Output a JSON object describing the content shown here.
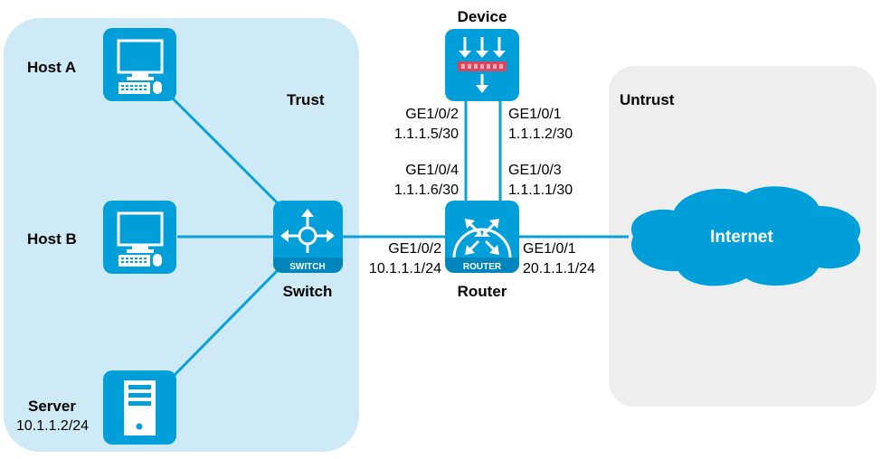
{
  "colors": {
    "trust_zone": "#cdeaf6",
    "untrust_zone": "#eeeeee",
    "device_blue": "#019fd9",
    "device_dark": "#0185bd",
    "link": "#0aa0d8",
    "firewall_red": "#d9475e"
  },
  "zones": {
    "trust": "Trust",
    "untrust": "Untrust"
  },
  "nodes": {
    "host_a": {
      "label": "Host A",
      "icon": "pc-icon"
    },
    "host_b": {
      "label": "Host B",
      "icon": "pc-icon"
    },
    "server": {
      "label": "Server",
      "ip": "10.1.1.2/24",
      "icon": "server-icon"
    },
    "switch": {
      "label": "Switch",
      "badge": "SWITCH",
      "icon": "switch-icon"
    },
    "router": {
      "label": "Router",
      "badge": "ROUTER",
      "icon": "router-icon"
    },
    "device": {
      "label": "Device",
      "icon": "firewall-icon"
    },
    "internet": {
      "label": "Internet",
      "icon": "cloud-icon"
    }
  },
  "interfaces": {
    "device_left": {
      "name": "GE1/0/2",
      "ip": "1.1.1.5/30"
    },
    "device_right": {
      "name": "GE1/0/1",
      "ip": "1.1.1.2/30"
    },
    "router_top_left": {
      "name": "GE1/0/4",
      "ip": "1.1.1.6/30"
    },
    "router_top_right": {
      "name": "GE1/0/3",
      "ip": "1.1.1.1/30"
    },
    "router_left": {
      "name": "GE1/0/2",
      "ip": "10.1.1.1/24"
    },
    "router_right": {
      "name": "GE1/0/1",
      "ip": "20.1.1.1/24"
    }
  }
}
